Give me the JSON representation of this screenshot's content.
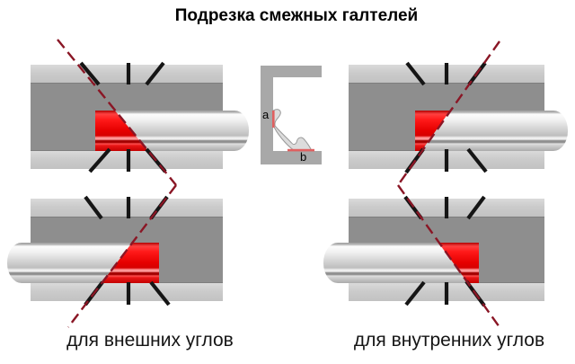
{
  "title": "Подрезка смежных галтелей",
  "captions": {
    "left": "для внешних углов",
    "right": "для внутренних углов"
  },
  "profile": {
    "label_a": "a",
    "label_b": "b"
  },
  "colors": {
    "background": "#ffffff",
    "rail_gray": "#cbcbcb",
    "channel_gray": "#8e8e8e",
    "molding_highlight": "#f8f8f8",
    "molding_shadow": "#ababab",
    "cut_piece_red": "#ee0000",
    "cut_line_dark_red": "#8a1625",
    "saw_slot_black": "#151515",
    "profile_frame_gray": "#a8a8a8",
    "contact_line_red": "#e06060",
    "text_black": "#111111"
  }
}
